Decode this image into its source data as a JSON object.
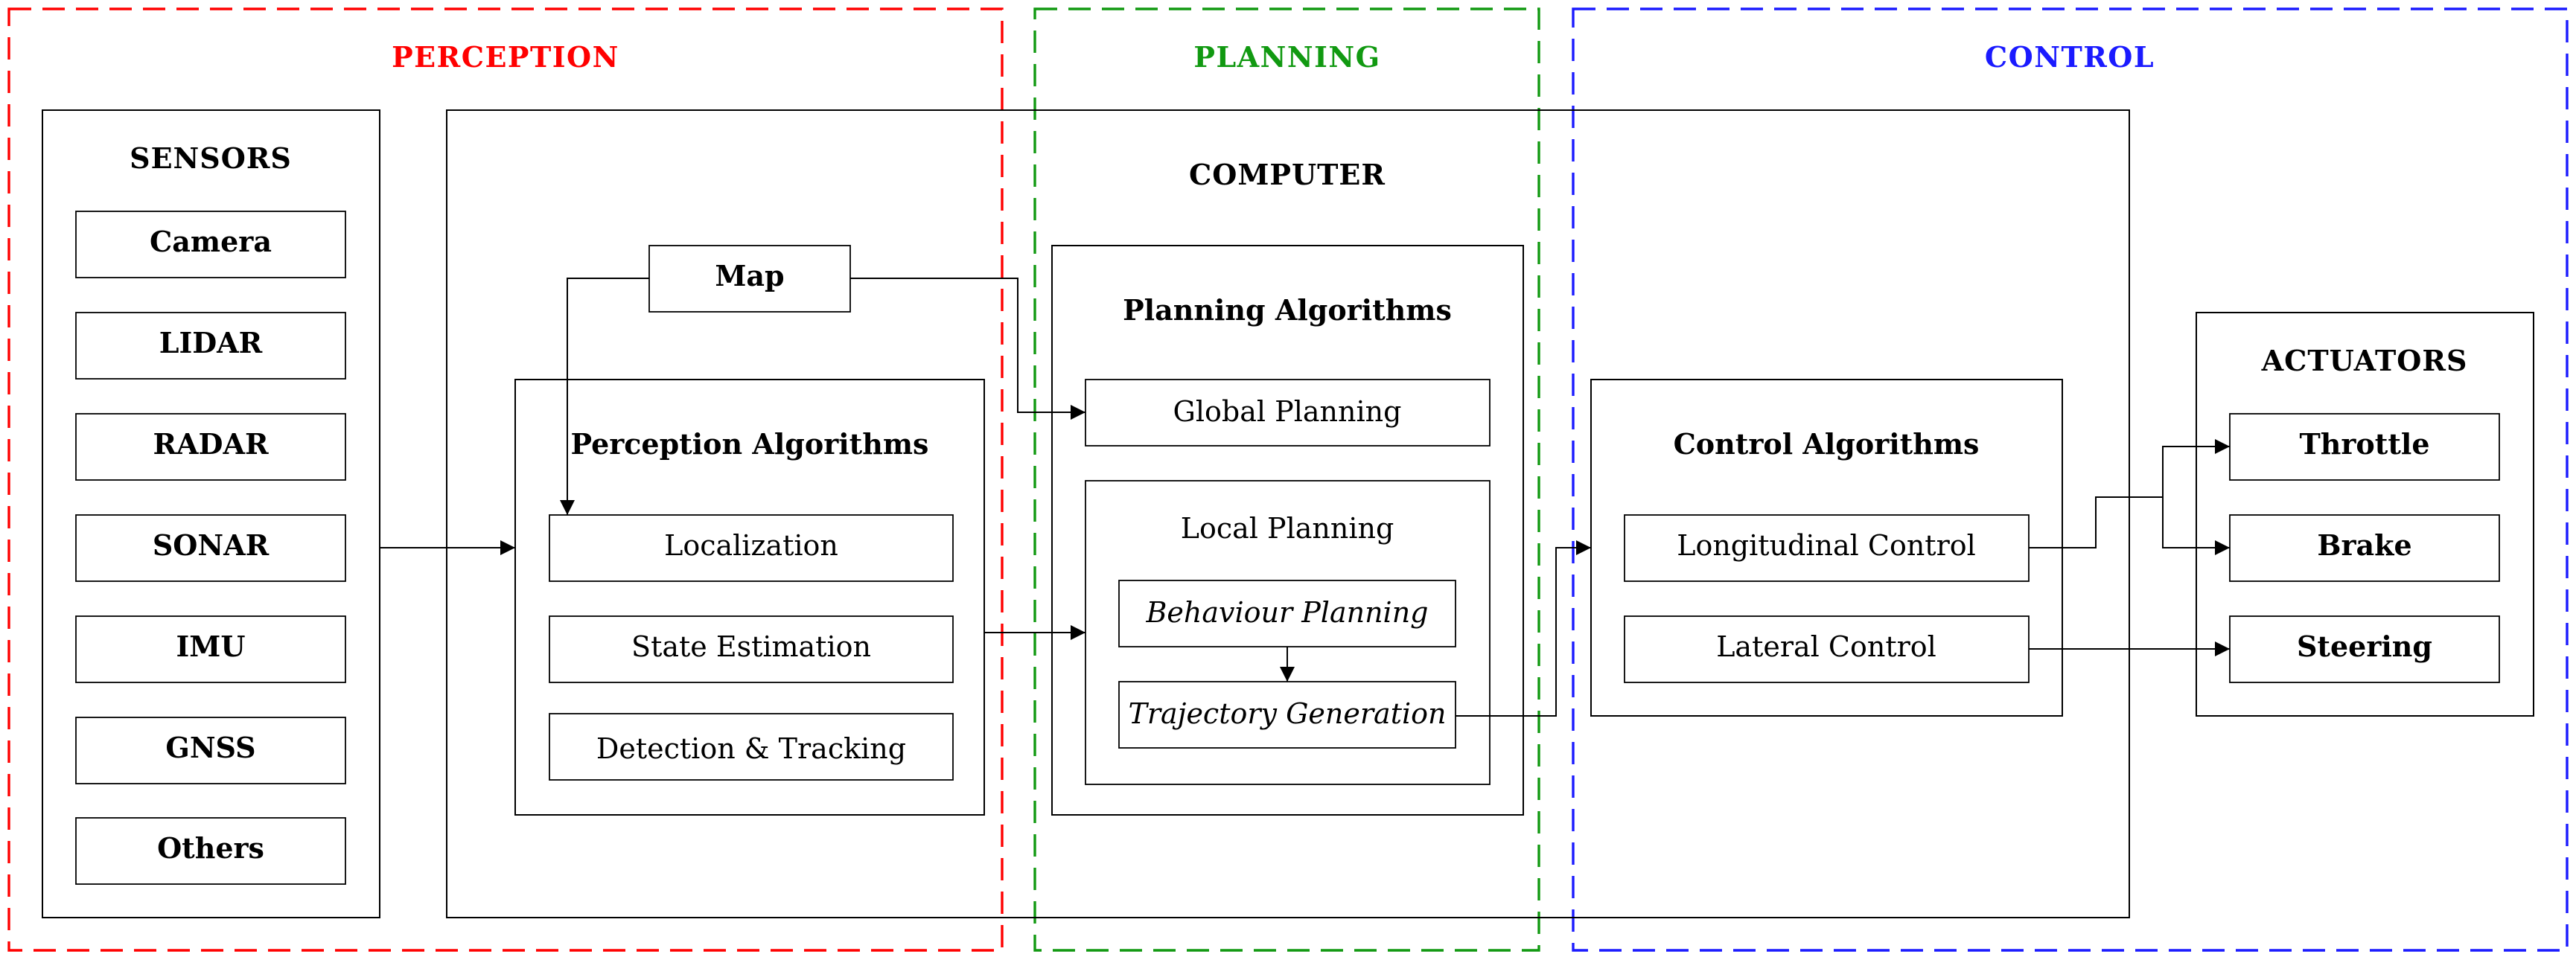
{
  "sections": {
    "perception": {
      "label": "PERCEPTION",
      "color": "#ff0000"
    },
    "planning": {
      "label": "PLANNING",
      "color": "#119911"
    },
    "control": {
      "label": "CONTROL",
      "color": "#1a1aff"
    }
  },
  "sensors": {
    "title": "SENSORS",
    "items": [
      "Camera",
      "LIDAR",
      "RADAR",
      "SONAR",
      "IMU",
      "GNSS",
      "Others"
    ]
  },
  "computer": {
    "title": "COMPUTER"
  },
  "map": {
    "label": "Map"
  },
  "perception_algorithms": {
    "title": "Perception Algorithms",
    "items": [
      "Localization",
      "State Estimation",
      "Detection & Tracking"
    ]
  },
  "planning_algorithms": {
    "title": "Planning Algorithms",
    "global": "Global Planning",
    "local": {
      "title": "Local Planning",
      "behaviour": "Behaviour Planning",
      "trajectory": "Trajectory Generation"
    }
  },
  "control_algorithms": {
    "title": "Control Algorithms",
    "items": [
      "Longitudinal Control",
      "Lateral Control"
    ]
  },
  "actuators": {
    "title": "ACTUATORS",
    "items": [
      "Throttle",
      "Brake",
      "Steering"
    ]
  }
}
